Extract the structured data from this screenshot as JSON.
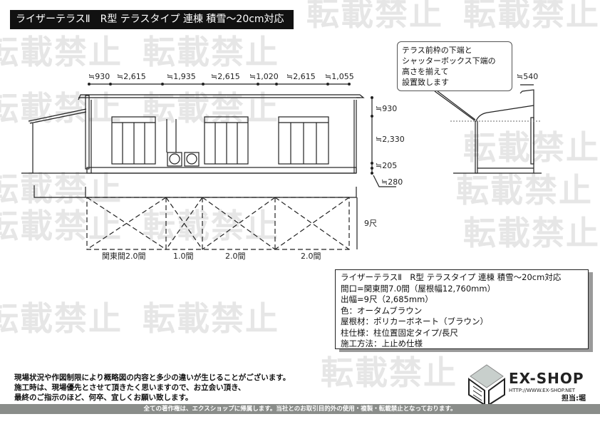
{
  "watermark": "転載禁止",
  "title": "ライザーテラスⅡ　R型 テラスタイプ 連棟 積雪～20cm対応",
  "callout": [
    "テラス前枠の下端と",
    "シャッターボックス下端の",
    "高さを揃えて",
    "設置致します"
  ],
  "dimensions": {
    "top": [
      "≒930",
      "≒2,615",
      "≒1,935",
      "≒2,615",
      "≒1,020",
      "≒2,615",
      "≒1,055"
    ],
    "right": [
      "≒930",
      "≒2,330",
      "≒205",
      "≒280"
    ],
    "side": "≒540",
    "depth": "9尺",
    "bays": [
      "関東間2.0間",
      "1.0間",
      "2.0間",
      "2.0間"
    ]
  },
  "spec": [
    "ライザーテラスⅡ　R型 テラスタイプ 連棟 積雪～20cm対応",
    "間口=関東間7.0間（屋根幅12,760mm）",
    "出幅=9尺（2,685mm）",
    "色：オータムブラウン",
    "屋根材：ポリカーボネート（ブラウン）",
    "柱仕様：柱位置固定タイプ/長尺",
    "施工方法：上止め仕様"
  ],
  "notes": [
    "現場状況や作図制限により概略図の内容と多少の違いが生じることがございます。",
    "施工時は、現場優先とさせて頂きたく思いますので、お立会い頂き、",
    "最終のご指示のほど、何卒、宜しくお願い致します。"
  ],
  "logo": {
    "name": "EX-SHOP",
    "url": "HTTP://WWW.EX-SHOP.NET"
  },
  "person": "担当:堀",
  "footer": "全ての著作権は、エクスショップに帰属します。当社とのお取引目的外の使用・複製・転載禁止となっております。"
}
